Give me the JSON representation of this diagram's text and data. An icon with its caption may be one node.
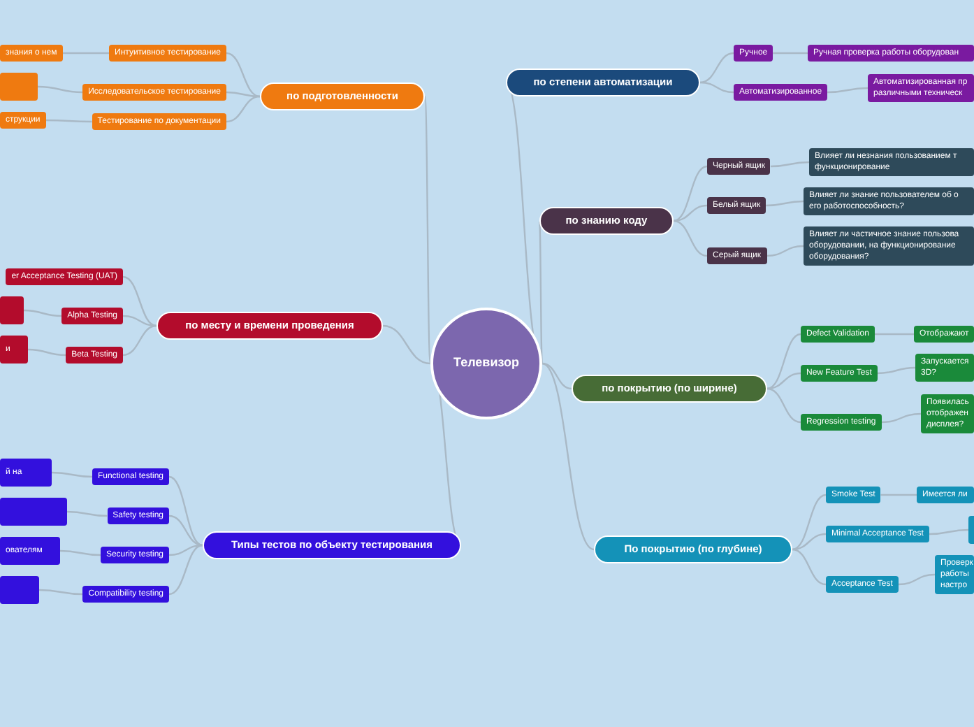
{
  "diagram": {
    "nodes": [
      {
        "text": [
          "Телевизор"
        ]
      },
      {
        "text": [
          "по степени автоматизации"
        ]
      },
      {
        "text": [
          "Ручное"
        ]
      },
      {
        "text": [
          "Ручная проверка работы оборудован"
        ]
      },
      {
        "text": [
          "Автоматизированное"
        ]
      },
      {
        "text": [
          "Автоматизированная пр различными техническ"
        ]
      },
      {
        "text": [
          "по знанию коду"
        ]
      },
      {
        "text": [
          "Черный ящик"
        ]
      },
      {
        "text": [
          "Влияет ли незнания пользованием т функционирование"
        ]
      },
      {
        "text": [
          "Белый ящик"
        ]
      },
      {
        "text": [
          "Влияет ли знание пользователем об о его работоспособность?"
        ]
      },
      {
        "text": [
          "Серый ящик"
        ]
      },
      {
        "text": [
          "Влияет ли частичное знание пользова оборудовании, на функционирование оборудования?"
        ]
      },
      {
        "text": [
          "по покрытию (по ширине)"
        ]
      },
      {
        "text": [
          "Defect Validation"
        ]
      },
      {
        "text": [
          "Отображают"
        ]
      },
      {
        "text": [
          "New Feature Test"
        ]
      },
      {
        "text": [
          "Запускается 3D?"
        ]
      },
      {
        "text": [
          "Regression testing"
        ]
      },
      {
        "text": [
          "Появилась отображен дисплея?"
        ]
      },
      {
        "text": [
          "По покрытию (по глубине)"
        ]
      },
      {
        "text": [
          "Smoke Test"
        ]
      },
      {
        "text": [
          "Имеется ли"
        ]
      },
      {
        "text": [
          "Minimal Acceptance Test"
        ]
      },
      {
        "text": [],
        "shape": "box"
      },
      {
        "text": [
          "Acceptance Test"
        ]
      },
      {
        "text": [
          "Проверк работы настро"
        ]
      },
      {
        "text": [
          "по подготовленности"
        ]
      },
      {
        "text": [
          "Интуитивное тестирование"
        ]
      },
      {
        "text": [
          "знания о нем"
        ]
      },
      {
        "text": [
          "Исследовательское тестирование"
        ]
      },
      {
        "text": [],
        "shape": "box"
      },
      {
        "text": [
          "Тестирование по документации"
        ]
      },
      {
        "text": [
          "струкции"
        ]
      },
      {
        "text": [
          "по месту и времени проведения"
        ]
      },
      {
        "text": [
          "er Acceptance Testing (UAT)"
        ]
      },
      {
        "text": [
          "Alpha Testing"
        ]
      },
      {
        "text": [],
        "shape": "box"
      },
      {
        "text": [
          "Beta Testing"
        ]
      },
      {
        "text": [
          "и"
        ]
      },
      {
        "text": [
          "Типы тестов по объекту тестирования"
        ]
      },
      {
        "text": [
          "Functional testing"
        ]
      },
      {
        "text": [
          "й на"
        ]
      },
      {
        "text": [
          "Safety testing"
        ]
      },
      {
        "text": [],
        "shape": "box"
      },
      {
        "text": [
          "Security testing"
        ]
      },
      {
        "text": [
          "ователям"
        ]
      },
      {
        "text": [
          "Compatibility testing"
        ]
      },
      {
        "text": [],
        "shape": "box"
      }
    ],
    "edges": [
      {
        "from": 0,
        "to": 1,
        "arrow": "none"
      },
      {
        "from": 1,
        "to": 2,
        "arrow": "none"
      },
      {
        "from": 2,
        "to": 3,
        "arrow": "none"
      },
      {
        "from": 1,
        "to": 4,
        "arrow": "none"
      },
      {
        "from": 4,
        "to": 5,
        "arrow": "none"
      },
      {
        "from": 0,
        "to": 6,
        "arrow": "none"
      },
      {
        "from": 6,
        "to": 7,
        "arrow": "none"
      },
      {
        "from": 7,
        "to": 8,
        "arrow": "none"
      },
      {
        "from": 6,
        "to": 9,
        "arrow": "none"
      },
      {
        "from": 9,
        "to": 10,
        "arrow": "none"
      },
      {
        "from": 6,
        "to": 11,
        "arrow": "none"
      },
      {
        "from": 11,
        "to": 12,
        "arrow": "none"
      },
      {
        "from": 0,
        "to": 13,
        "arrow": "none"
      },
      {
        "from": 13,
        "to": 14,
        "arrow": "none"
      },
      {
        "from": 14,
        "to": 15,
        "arrow": "none"
      },
      {
        "from": 13,
        "to": 16,
        "arrow": "none"
      },
      {
        "from": 16,
        "to": 17,
        "arrow": "none"
      },
      {
        "from": 13,
        "to": 18,
        "arrow": "none"
      },
      {
        "from": 18,
        "to": 19,
        "arrow": "none"
      },
      {
        "from": 0,
        "to": 20,
        "arrow": "none"
      },
      {
        "from": 20,
        "to": 21,
        "arrow": "none"
      },
      {
        "from": 21,
        "to": 22,
        "arrow": "none"
      },
      {
        "from": 20,
        "to": 23,
        "arrow": "none"
      },
      {
        "from": 23,
        "to": 24,
        "arrow": "none"
      },
      {
        "from": 20,
        "to": 25,
        "arrow": "none"
      },
      {
        "from": 25,
        "to": 26,
        "arrow": "none"
      },
      {
        "from": 0,
        "to": 27,
        "arrow": "none"
      },
      {
        "from": 27,
        "to": 28,
        "arrow": "none"
      },
      {
        "from": 28,
        "to": 29,
        "arrow": "none"
      },
      {
        "from": 27,
        "to": 30,
        "arrow": "none"
      },
      {
        "from": 30,
        "to": 31,
        "arrow": "none"
      },
      {
        "from": 27,
        "to": 32,
        "arrow": "none"
      },
      {
        "from": 32,
        "to": 33,
        "arrow": "none"
      },
      {
        "from": 0,
        "to": 34,
        "arrow": "none"
      },
      {
        "from": 34,
        "to": 35,
        "arrow": "none"
      },
      {
        "from": 34,
        "to": 36,
        "arrow": "none"
      },
      {
        "from": 36,
        "to": 37,
        "arrow": "none"
      },
      {
        "from": 34,
        "to": 38,
        "arrow": "none"
      },
      {
        "from": 38,
        "to": 39,
        "arrow": "none"
      },
      {
        "from": 0,
        "to": 40,
        "arrow": "none"
      },
      {
        "from": 40,
        "to": 41,
        "arrow": "none"
      },
      {
        "from": 41,
        "to": 42,
        "arrow": "none"
      },
      {
        "from": 40,
        "to": 43,
        "arrow": "none"
      },
      {
        "from": 43,
        "to": 44,
        "arrow": "none"
      },
      {
        "from": 40,
        "to": 45,
        "arrow": "none"
      },
      {
        "from": 45,
        "to": 46,
        "arrow": "none"
      },
      {
        "from": 40,
        "to": 47,
        "arrow": "none"
      },
      {
        "from": 47,
        "to": 48,
        "arrow": "none"
      }
    ]
  }
}
